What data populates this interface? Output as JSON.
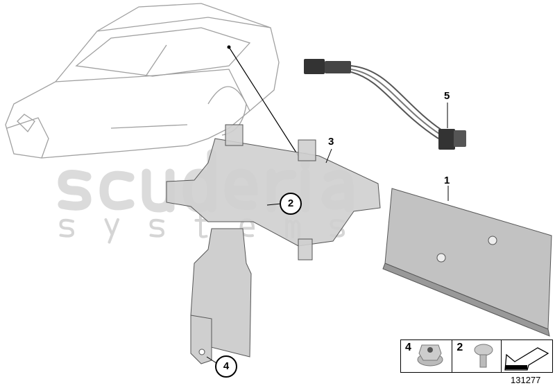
{
  "watermark": {
    "line1": "scuderia",
    "line2": "systems"
  },
  "callouts": {
    "part1": "1",
    "part2": "2",
    "part3": "3",
    "part4": "4",
    "part5": "5"
  },
  "parts_box": {
    "items": [
      {
        "number": "4",
        "icon": "flange-nut-icon"
      },
      {
        "number": "2",
        "icon": "torx-screw-icon"
      },
      {
        "number": "",
        "icon": "arrow-direction-icon"
      }
    ]
  },
  "diagram_id": "131277",
  "colors": {
    "part_fill": "#c8c8c8",
    "outline": "#000000",
    "car_outline": "#9a9a9a"
  }
}
